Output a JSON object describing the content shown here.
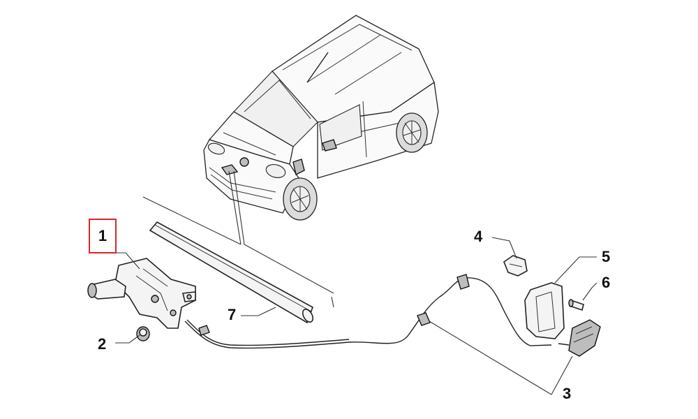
{
  "diagram": {
    "callouts": [
      {
        "id": "1",
        "label": "1",
        "highlighted": true,
        "highlight_color": "#d62828"
      },
      {
        "id": "2",
        "label": "2",
        "highlighted": false
      },
      {
        "id": "3",
        "label": "3",
        "highlighted": false
      },
      {
        "id": "4",
        "label": "4",
        "highlighted": false
      },
      {
        "id": "5",
        "label": "5",
        "highlighted": false
      },
      {
        "id": "6",
        "label": "6",
        "highlighted": false
      },
      {
        "id": "7",
        "label": "7",
        "highlighted": false
      }
    ],
    "colors": {
      "line": "#222222",
      "background": "#ffffff",
      "highlight": "#d62828"
    }
  }
}
